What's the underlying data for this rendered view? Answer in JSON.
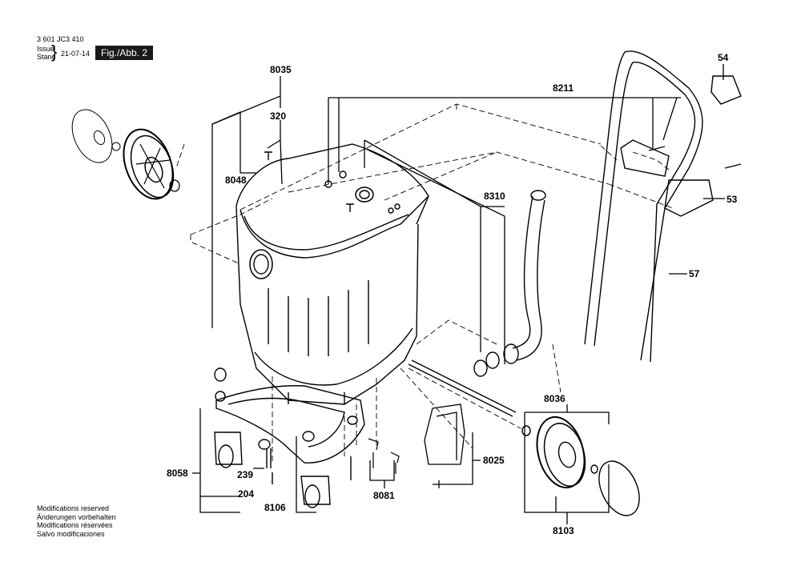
{
  "header": {
    "doc_number": "3 601 JC3 410",
    "issue_label": "Issue",
    "stand_label": "Stand",
    "issue_date": "21-07-14",
    "figure_label": "Fig./Abb. 2"
  },
  "parts": {
    "p8035": "8035",
    "p320": "320",
    "p8048": "8048",
    "p8211": "8211",
    "p54": "54",
    "p53": "53",
    "p57": "57",
    "p8310": "8310",
    "p8036": "8036",
    "p8025": "8025",
    "p8058": "8058",
    "p239": "239",
    "p204": "204",
    "p8106": "8106",
    "p8081": "8081",
    "p8103": "8103"
  },
  "footer": {
    "line1": "Modifications reserved",
    "line2": "Änderungen vorbehalten",
    "line3": "Modifications réservées",
    "line4": "Salvo modificaciones"
  }
}
